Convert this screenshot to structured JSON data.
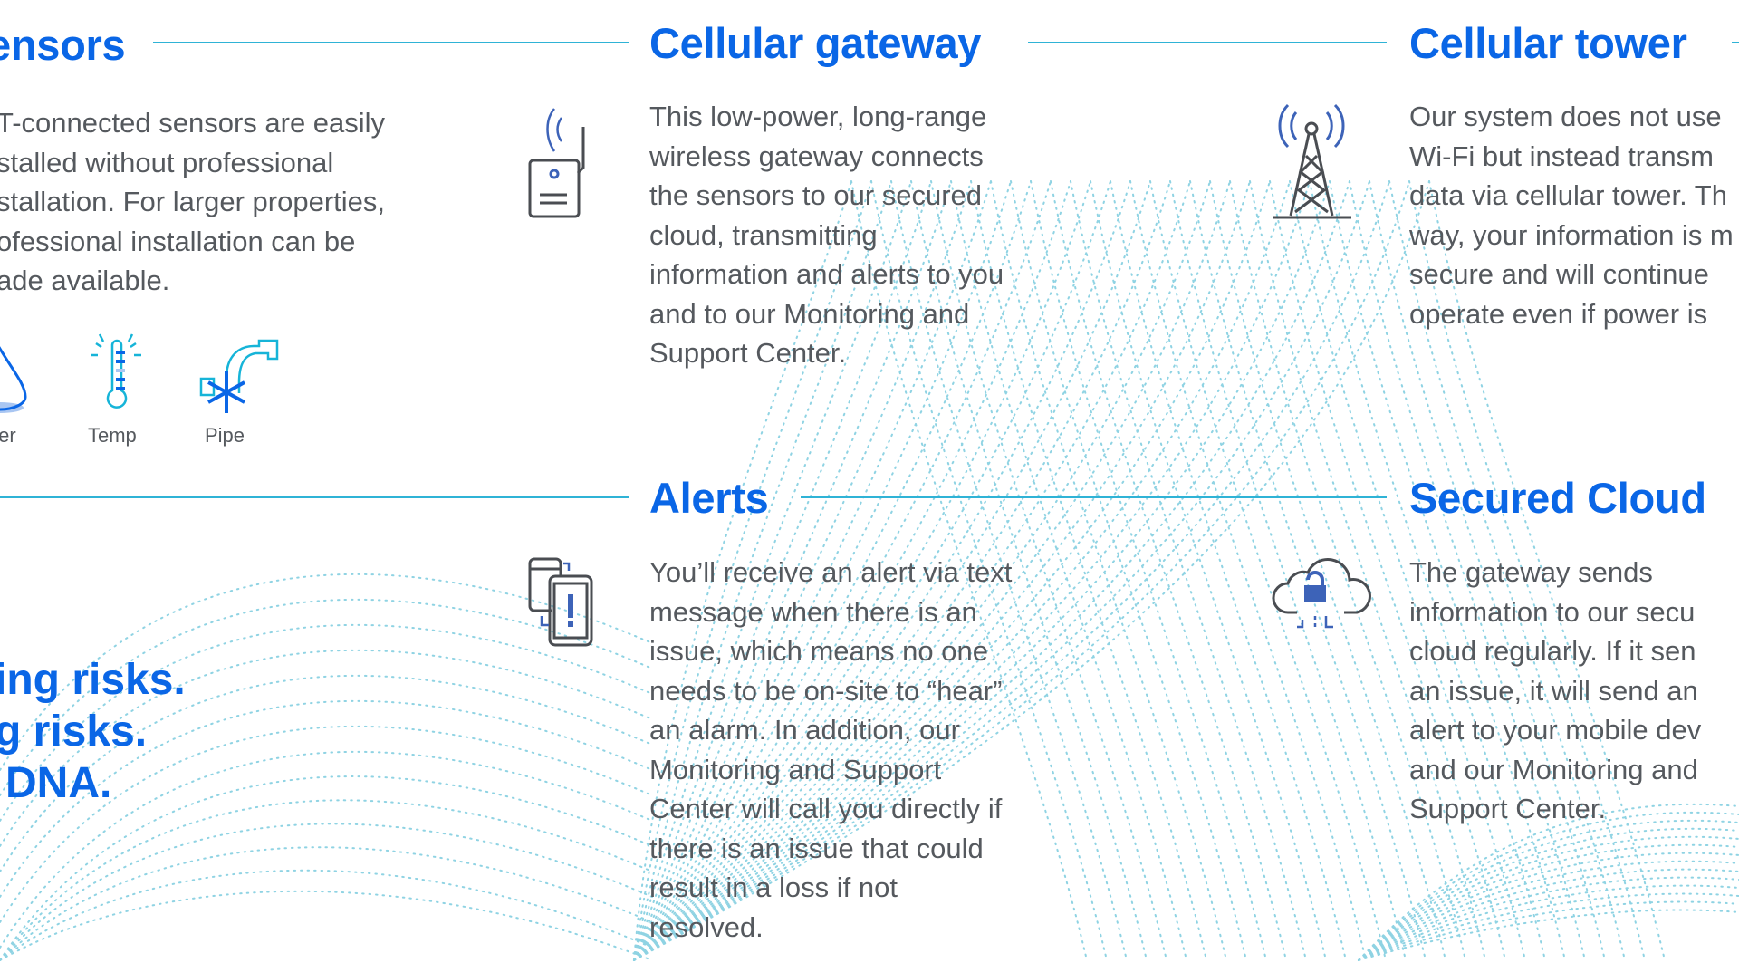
{
  "sections": {
    "sensors": {
      "title": "ensors",
      "body": [
        "T-connected sensors are easily",
        "stalled without professional",
        "stallation. For larger properties,",
        "ofessional installation can be",
        "ade available."
      ],
      "sensor_types": [
        "ter",
        "Temp",
        "Pipe"
      ]
    },
    "gateway": {
      "title": "Cellular gateway",
      "body": [
        "This low-power, long-range",
        "wireless gateway connects",
        "the sensors to our secured",
        "cloud, transmitting",
        "information and alerts to you",
        "and to our Monitoring and",
        "Support Center."
      ]
    },
    "tower": {
      "title": "Cellular tower",
      "body": [
        "Our system does not use",
        "Wi-Fi but instead transm",
        "data via cellular tower. Th",
        "way, your information is m",
        "secure and will continue",
        "operate even if power is"
      ]
    },
    "alerts": {
      "title": "Alerts",
      "body": [
        "You’ll receive an alert via text",
        "message when there is an",
        "issue, which means no one",
        "needs to be on-site to “hear”",
        "an alarm. In addition, our",
        "Monitoring and Support",
        "Center will call you directly if",
        "there is an issue that could",
        "result in a loss if not",
        "resolved."
      ]
    },
    "cloud": {
      "title": "Secured Cloud",
      "body": [
        "The gateway sends",
        "information to our secu",
        "cloud regularly. If it sen",
        "an issue, it will send an",
        "alert to your mobile dev",
        "and our Monitoring and",
        "Support Center."
      ]
    }
  },
  "tagline": [
    "ing risks.",
    "g risks.",
    "DNA."
  ],
  "colors": {
    "accent": "#0a66e6",
    "rule": "#2fb3d6",
    "text": "#55595e",
    "icon_dark": "#4a4d52",
    "icon_blue": "#3d63b8",
    "dots": "#8fd3e3"
  }
}
